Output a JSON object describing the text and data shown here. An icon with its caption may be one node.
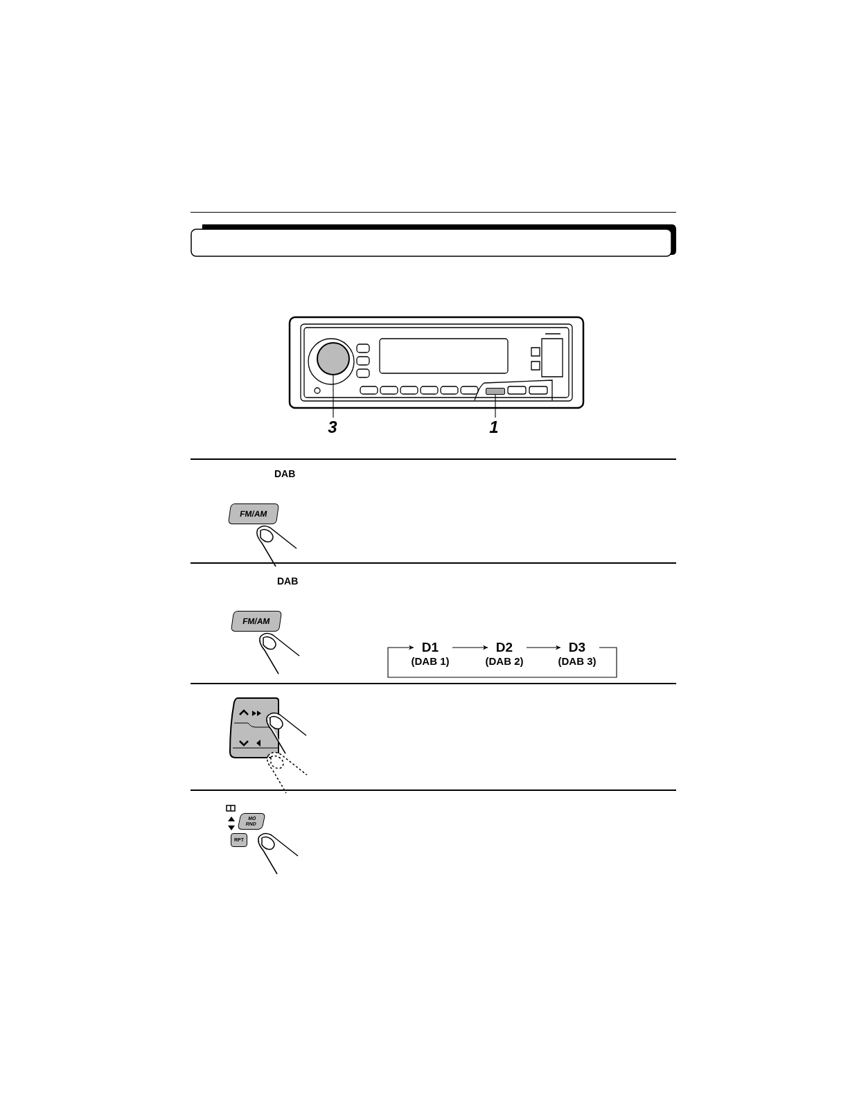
{
  "diagram": {
    "nodes": [
      {
        "text": [],
        "shape": "picture"
      },
      {
        "text": [],
        "shape": "circle",
        "in": 0
      },
      {
        "text": [],
        "shape": "box",
        "in": 0
      },
      {
        "text": [
          "3"
        ]
      },
      {
        "text": [
          "1"
        ]
      },
      {
        "text": [
          "FM/AM"
        ]
      },
      {
        "text": [
          "FM/AM"
        ]
      },
      {
        "text": [
          "D1",
          "(DAB 1)"
        ]
      },
      {
        "text": [
          "D2",
          "(DAB 2)"
        ]
      },
      {
        "text": [
          "D3",
          "(DAB 3)"
        ]
      },
      {
        "text": [
          "MO RND"
        ]
      },
      {
        "text": [
          "RPT"
        ]
      }
    ],
    "edges": [
      {
        "from": 3,
        "to": 1,
        "arrow": "none"
      },
      {
        "from": 4,
        "to": 2,
        "arrow": "none"
      },
      {
        "from": 7,
        "to": 8,
        "arrow": "to"
      },
      {
        "from": 8,
        "to": 9,
        "arrow": "to"
      },
      {
        "from": 9,
        "to": 7,
        "arrow": "to"
      }
    ],
    "labels": [
      "DAB",
      "DAB"
    ]
  }
}
